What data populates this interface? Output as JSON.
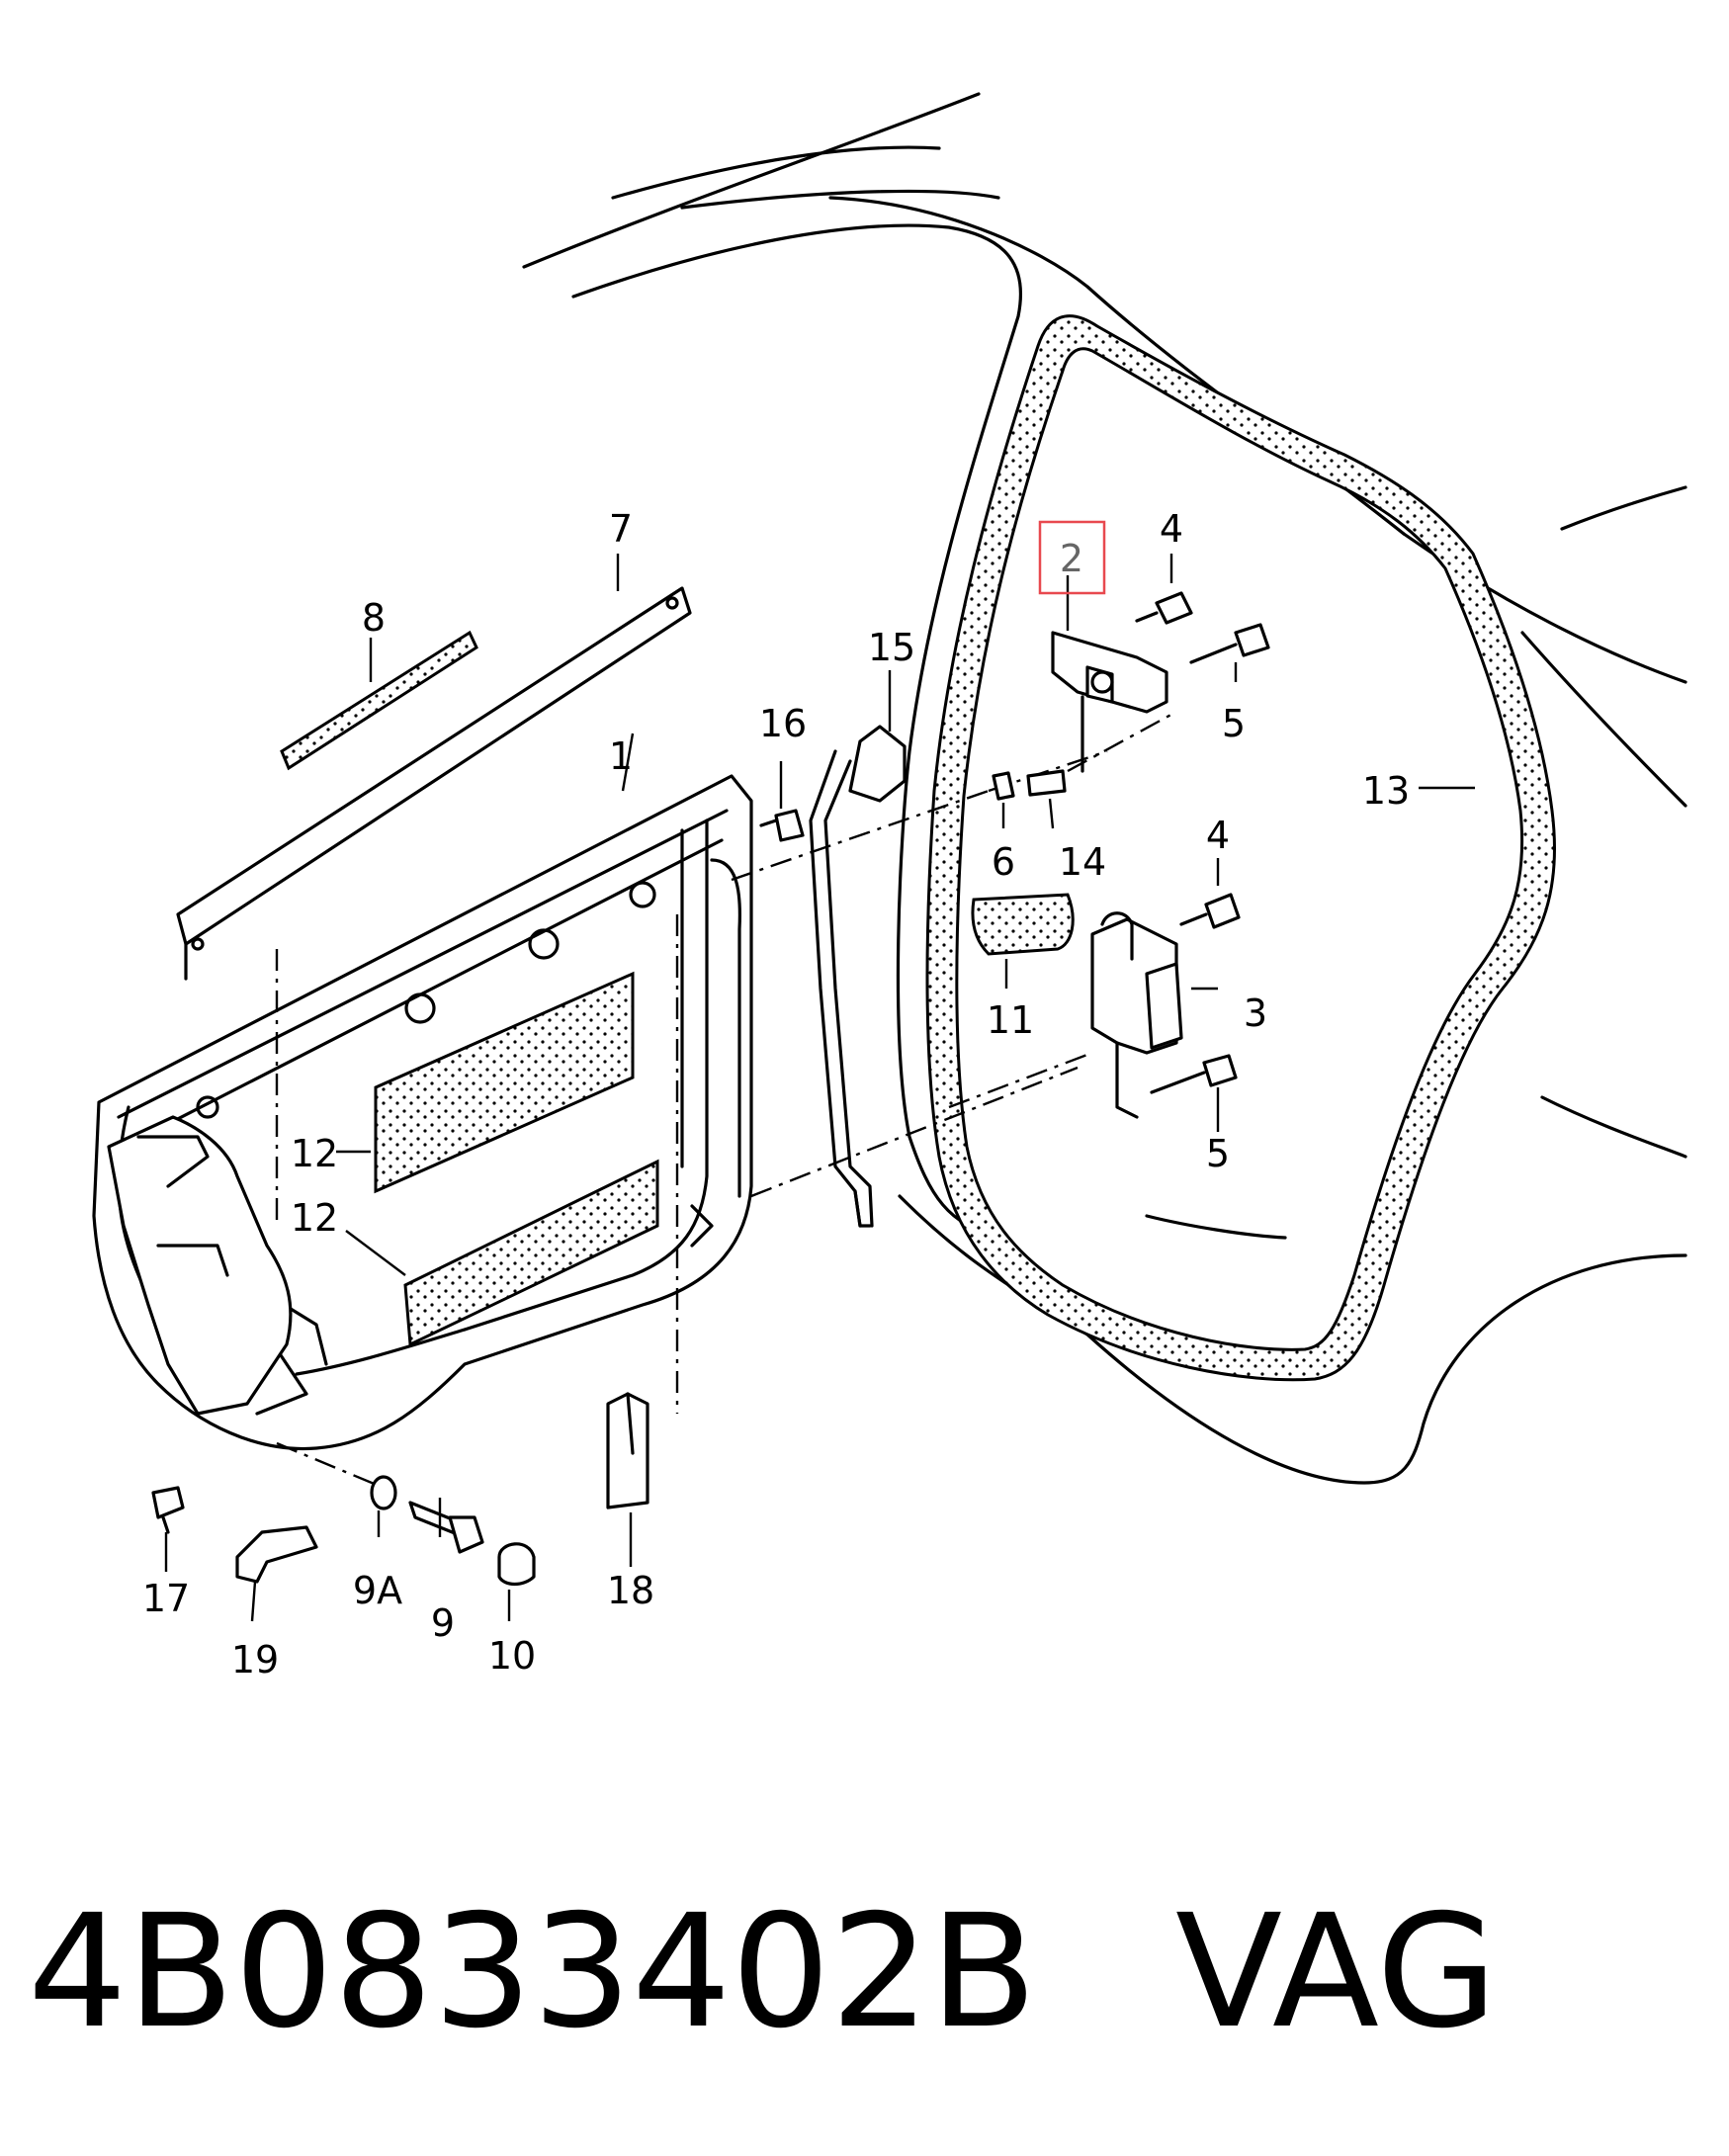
{
  "callouts": [
    {
      "id": "c1",
      "label": "1"
    },
    {
      "id": "c2",
      "label": "2",
      "highlighted": true
    },
    {
      "id": "c3",
      "label": "3"
    },
    {
      "id": "c4a",
      "label": "4"
    },
    {
      "id": "c4b",
      "label": "4"
    },
    {
      "id": "c5a",
      "label": "5"
    },
    {
      "id": "c5b",
      "label": "5"
    },
    {
      "id": "c6",
      "label": "6"
    },
    {
      "id": "c7",
      "label": "7"
    },
    {
      "id": "c8",
      "label": "8"
    },
    {
      "id": "c9",
      "label": "9"
    },
    {
      "id": "c9a",
      "label": "9A"
    },
    {
      "id": "c10",
      "label": "10"
    },
    {
      "id": "c11",
      "label": "11"
    },
    {
      "id": "c12a",
      "label": "12"
    },
    {
      "id": "c12b",
      "label": "12"
    },
    {
      "id": "c13",
      "label": "13"
    },
    {
      "id": "c14",
      "label": "14"
    },
    {
      "id": "c15",
      "label": "15"
    },
    {
      "id": "c16",
      "label": "16"
    },
    {
      "id": "c17",
      "label": "17"
    },
    {
      "id": "c18",
      "label": "18"
    },
    {
      "id": "c19",
      "label": "19"
    }
  ],
  "footer": {
    "part_number": "4B0833402B",
    "brand": "VAG"
  },
  "colors": {
    "highlight_box": "#e8494f",
    "highlighted_label": "#666666",
    "line": "#000000",
    "background": "#ffffff"
  }
}
